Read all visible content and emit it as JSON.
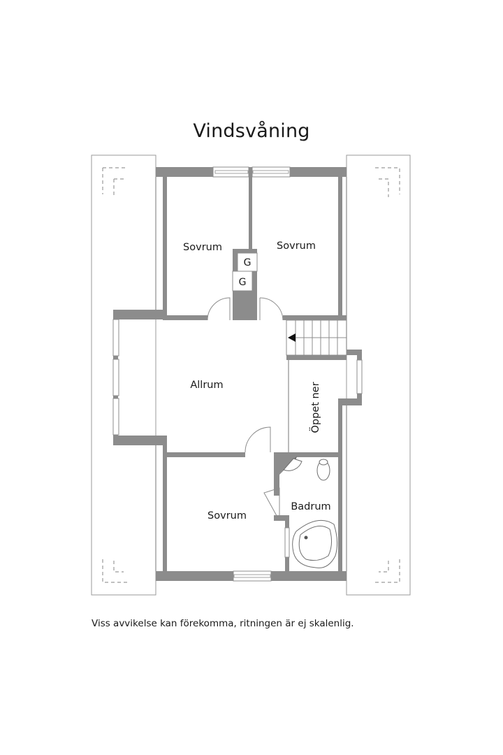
{
  "title": "Vindsvåning",
  "disclaimer": "Viss avvikelse kan förekomma, ritningen är ej skalenlig.",
  "rooms": {
    "bedroom_top_left": "Sovrum",
    "bedroom_top_right": "Sovrum",
    "living": "Allrum",
    "open_below": "Öppet ner",
    "bedroom_bottom": "Sovrum",
    "bathroom": "Badrum"
  },
  "closets": [
    "G",
    "G"
  ],
  "colors": {
    "wall": "#8c8c8c",
    "outline": "#6e6e6e",
    "background": "#ffffff",
    "text": "#1a1a1a"
  }
}
